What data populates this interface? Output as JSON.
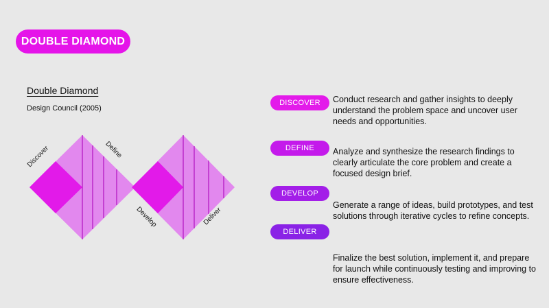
{
  "header": {
    "title": "DOUBLE DIAMOND"
  },
  "diagram": {
    "heading": "Double Diamond",
    "subheading": "Design Council (2005)",
    "labels": {
      "discover": "Discover",
      "define": "Define",
      "develop": "Develop",
      "deliver": "Deliver"
    },
    "colors": {
      "light": "#e288ee",
      "dark": "#e21ae9",
      "line": "#b010c0"
    }
  },
  "phases": [
    {
      "label": "DISCOVER",
      "color": "#e31bea",
      "description": "Conduct research and gather insights to deeply understand the problem space and uncover user needs and opportunities."
    },
    {
      "label": "DEFINE",
      "color": "#c41aeb",
      "description": "Analyze and synthesize the research findings to clearly articulate the core problem and create a focused design brief."
    },
    {
      "label": "DEVELOP",
      "color": "#a31ee8",
      "description": "Generate a range of ideas, build prototypes, and test solutions through iterative cycles to refine concepts."
    },
    {
      "label": "DELIVER",
      "color": "#8a22e6",
      "description": "Finalize the best solution, implement it, and prepare for launch while continuously testing and improving to ensure effectiveness."
    }
  ]
}
